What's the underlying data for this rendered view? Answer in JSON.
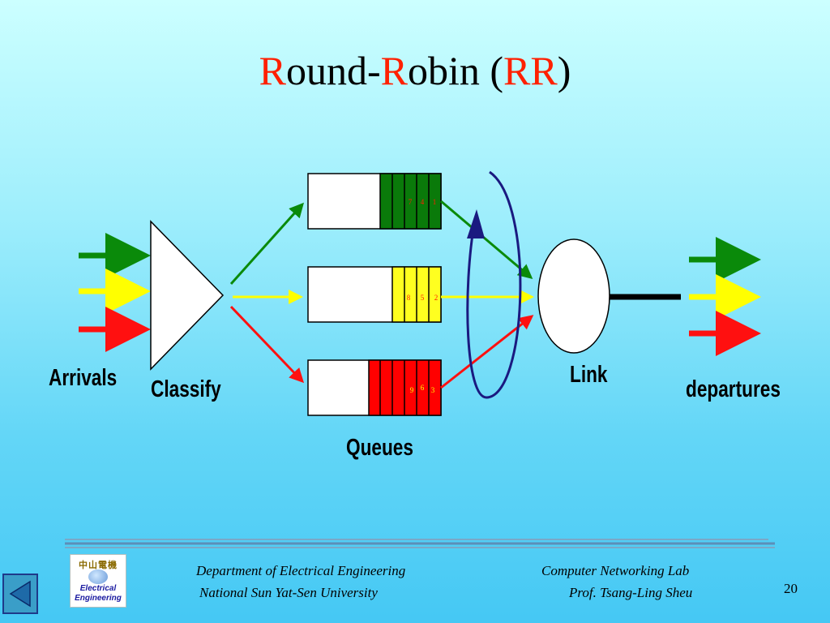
{
  "title": {
    "parts": [
      {
        "text": "R",
        "accent": true
      },
      {
        "text": "ound-",
        "accent": false
      },
      {
        "text": "R",
        "accent": true
      },
      {
        "text": "obin (",
        "accent": false
      },
      {
        "text": "RR",
        "accent": true
      },
      {
        "text": ")",
        "accent": false
      }
    ]
  },
  "labels": {
    "arrivals": "Arrivals",
    "classify": "Classify",
    "queues": "Queues",
    "link": "Link",
    "departures": "departures"
  },
  "queues": [
    {
      "color": "#0a7a0a",
      "slots": 5,
      "packet_numbers": [
        "7",
        "4",
        "1"
      ]
    },
    {
      "color": "#ffff20",
      "slots": 4,
      "packet_numbers": [
        "8",
        "5",
        "2"
      ]
    },
    {
      "color": "#ff0000",
      "slots": 6,
      "packet_numbers": [
        "9",
        "6",
        "3"
      ]
    }
  ],
  "colors": {
    "accent": "#ff2000",
    "green": "#0a8a0a",
    "yellow": "#ffff00",
    "red": "#ff1010",
    "scheduler_loop": "#1a1a80"
  },
  "footer": {
    "department": "Department of Electrical Engineering",
    "university": "National Sun Yat-Sen University",
    "lab": "Computer Networking Lab",
    "professor": "Prof. Tsang-Ling Sheu",
    "page_number": "20",
    "logo_cjk": "中山電機",
    "logo_line1": "Electrical",
    "logo_line2": "Engineering"
  },
  "icons": {
    "back": "triangle-left-icon"
  }
}
